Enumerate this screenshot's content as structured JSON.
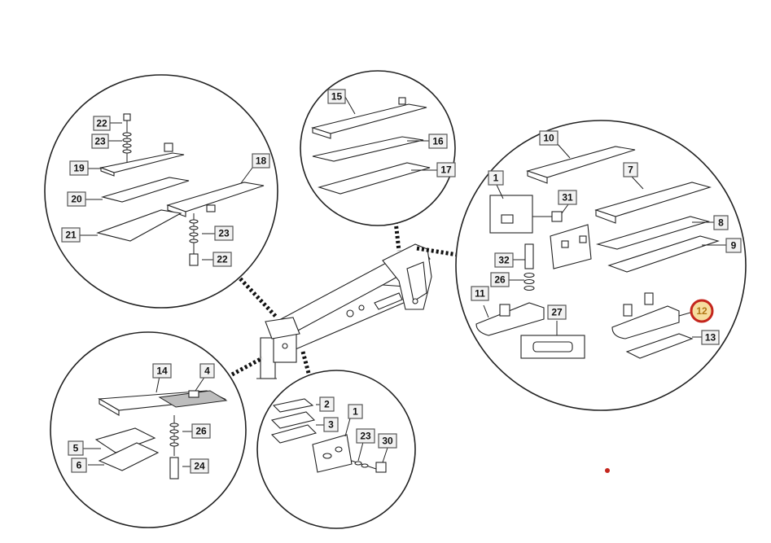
{
  "diagram": {
    "highlight_label": "12",
    "groups": {
      "top_left": [
        "22",
        "23",
        "19",
        "18",
        "20",
        "21",
        "23",
        "22"
      ],
      "top_center": [
        "15",
        "16",
        "17"
      ],
      "right": [
        "10",
        "1",
        "31",
        "7",
        "8",
        "9",
        "32",
        "26",
        "11",
        "27",
        "12",
        "13"
      ],
      "bottom_left": [
        "14",
        "4",
        "26",
        "5",
        "6",
        "24"
      ],
      "bottom_center": [
        "2",
        "3",
        "1",
        "23",
        "30"
      ]
    },
    "labels": {
      "l22a": "22",
      "l23a": "23",
      "l19": "19",
      "l18": "18",
      "l20": "20",
      "l21": "21",
      "l23b": "23",
      "l22b": "22",
      "l15": "15",
      "l16": "16",
      "l17": "17",
      "l10": "10",
      "l1a": "1",
      "l31": "31",
      "l7": "7",
      "l8": "8",
      "l9": "9",
      "l32": "32",
      "l26a": "26",
      "l11": "11",
      "l27": "27",
      "l13": "13",
      "l14": "14",
      "l4": "4",
      "l26b": "26",
      "l5": "5",
      "l6": "6",
      "l24": "24",
      "l2": "2",
      "l3": "3",
      "l1b": "1",
      "l23c": "23",
      "l30": "30"
    }
  }
}
